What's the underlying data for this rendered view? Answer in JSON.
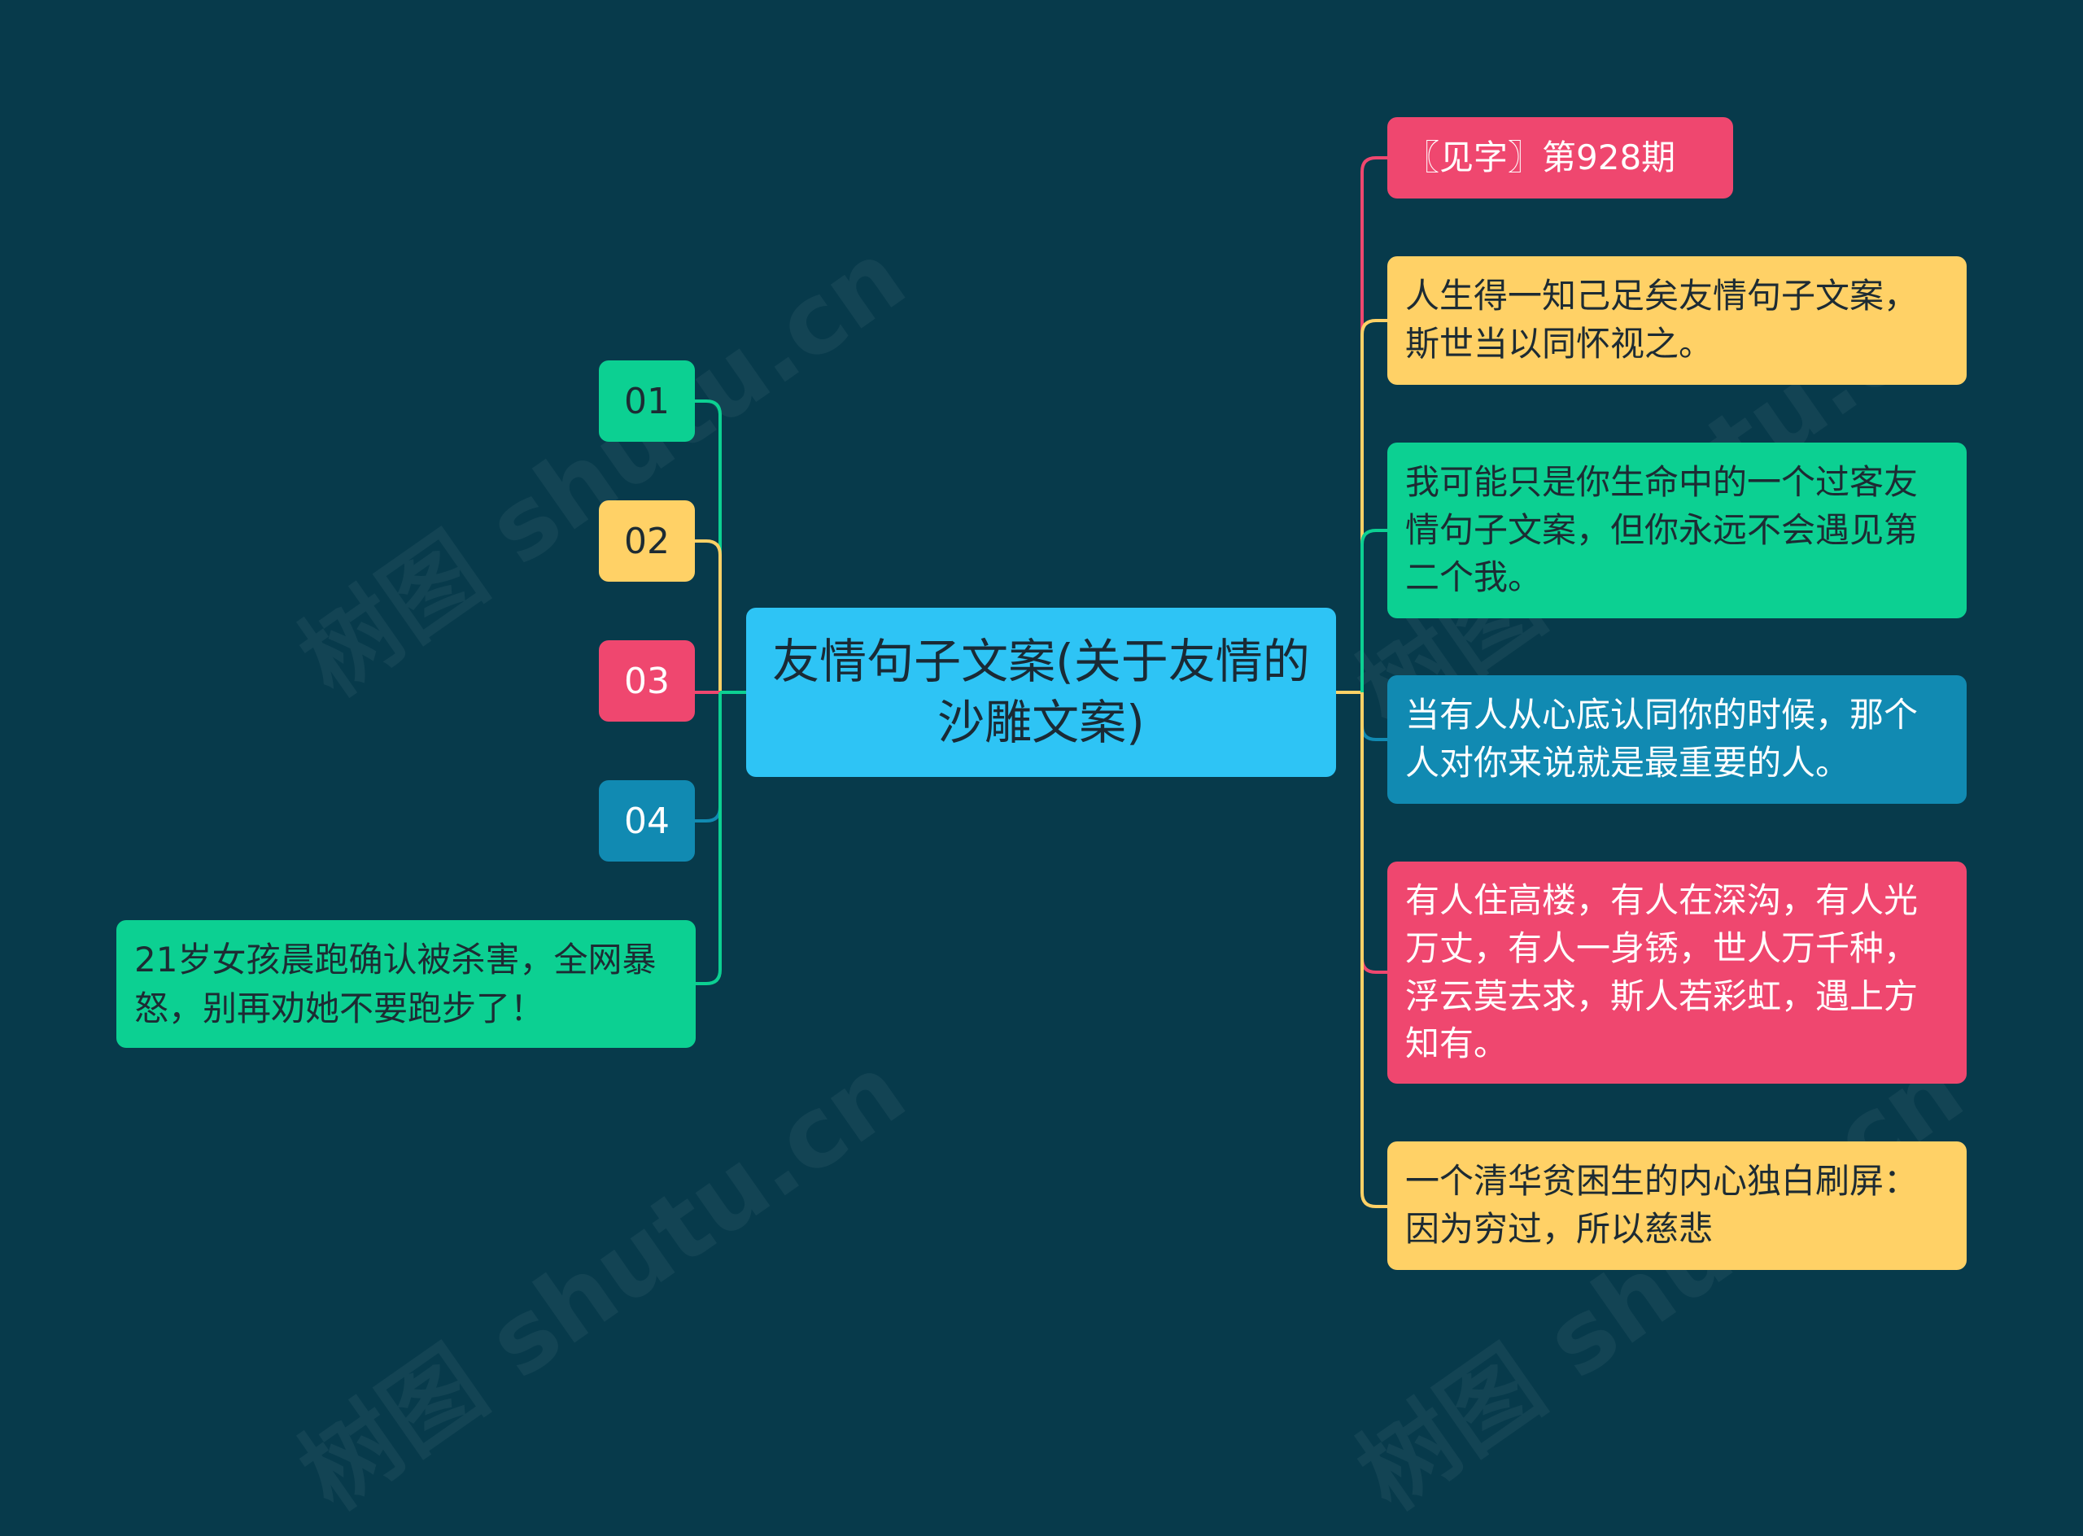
{
  "colors": {
    "background": "#073a4b",
    "center": "#2ec4f5",
    "green": "#0cd092",
    "yellow": "#ffd166",
    "red": "#ef476f",
    "blue": "#118ab2"
  },
  "center": {
    "label": "友情句子文案(关于友情的沙雕文案)"
  },
  "left_nodes": [
    {
      "label": "01",
      "color": "#0cd092"
    },
    {
      "label": "02",
      "color": "#ffd166"
    },
    {
      "label": "03",
      "color": "#ef476f"
    },
    {
      "label": "04",
      "color": "#118ab2"
    }
  ],
  "left_leaf": {
    "label": "21岁女孩晨跑确认被杀害，全网暴怒，别再劝她不要跑步了！"
  },
  "right_nodes": [
    {
      "label": "〖见字〗第928期",
      "color": "#ef476f"
    },
    {
      "label": "人生得一知己足矣友情句子文案，斯世当以同怀视之。",
      "color": "#ffd166"
    },
    {
      "label": "我可能只是你生命中的一个过客友情句子文案，但你永远不会遇见第二个我。",
      "color": "#0cd092"
    },
    {
      "label": "当有人从心底认同你的时候，那个人对你来说就是最重要的人。",
      "color": "#118ab2"
    },
    {
      "label": "有人住高楼，有人在深沟，有人光万丈，有人一身锈，世人万千种，浮云莫去求，斯人若彩虹，遇上方知有。",
      "color": "#ef476f"
    },
    {
      "label": "一个清华贫困生的内心独白刷屏：因为穷过，所以慈悲",
      "color": "#ffd166"
    }
  ]
}
